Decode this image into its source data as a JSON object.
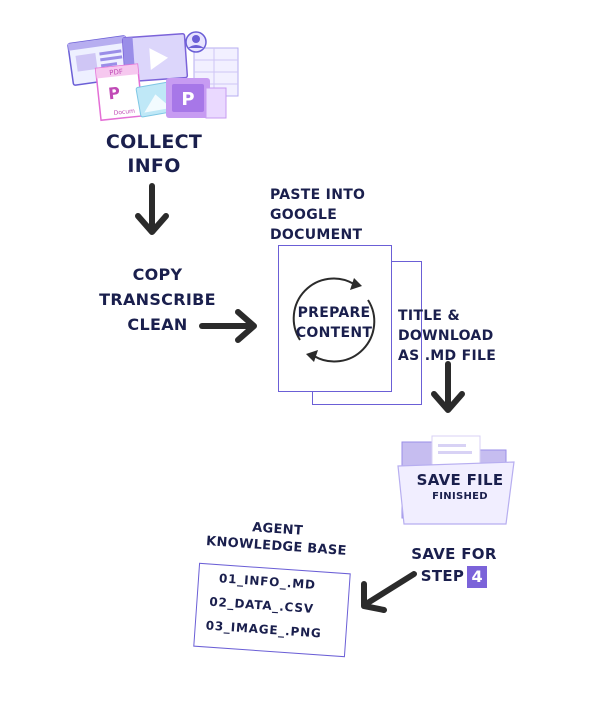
{
  "collect": {
    "lines": [
      "COLLECT",
      "INFO"
    ]
  },
  "copy": {
    "lines": [
      "COPY",
      "TRANSCRIBE",
      "CLEAN"
    ]
  },
  "paste": {
    "lines": [
      "PASTE INTO",
      "GOOGLE",
      "DOCUMENT"
    ]
  },
  "prepare": {
    "lines": [
      "PREPARE",
      "CONTENT"
    ]
  },
  "title_download": {
    "lines": [
      "TITLE &",
      "DOWNLOAD",
      "AS .MD FILE"
    ]
  },
  "save_file": {
    "title": "SAVE FILE",
    "subtitle": "FINISHED"
  },
  "save_for": {
    "line1": "SAVE FOR",
    "line2": "STEP",
    "step_number": "4"
  },
  "knowledge_base": {
    "header_lines": [
      "AGENT",
      "KNOWLEDGE BASE"
    ],
    "files": [
      "01_INFO_.MD",
      "02_DATA_.CSV",
      "03_IMAGE_.PNG"
    ]
  },
  "icon_labels": {
    "pdf": "PDF",
    "p_letter": "P",
    "doc": "Docum"
  },
  "colors": {
    "navy": "#1a1f4d",
    "purple": "#7b63d9",
    "lavender": "#cfc6f5",
    "pink": "#e46fd6"
  }
}
